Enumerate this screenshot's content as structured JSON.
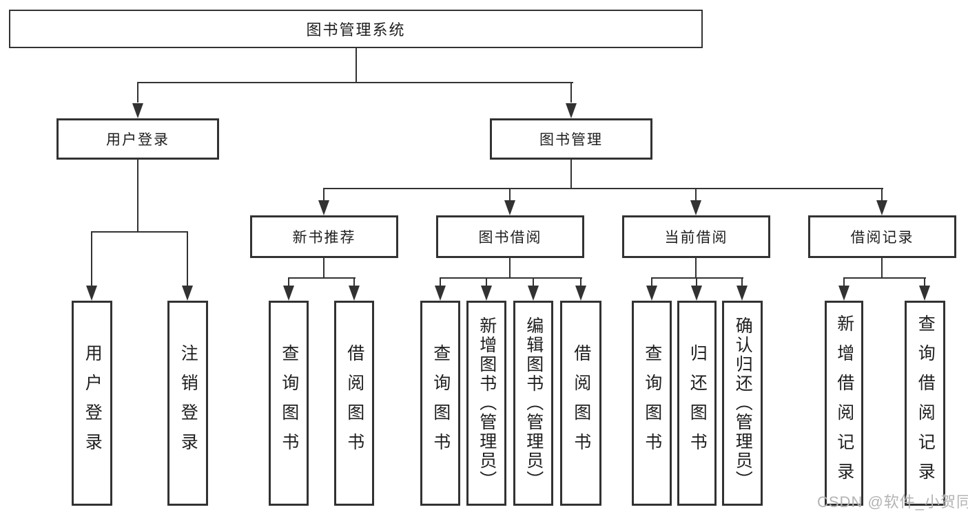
{
  "diagram": {
    "title": "图书管理系统",
    "colors": {
      "line": "#323232",
      "box_border": "#323232",
      "background": "#ffffff",
      "text": "#1e1e1e",
      "watermark": "#b3b3b3"
    },
    "nodes": {
      "root": "图书管理系统",
      "user-login": "用户登录",
      "book-mgmt": "图书管理",
      "user-login-leaf": "用户登录",
      "logout-leaf": "注销登录",
      "new-book-rec": "新书推荐",
      "book-borrow": "图书借阅",
      "current-borrow": "当前借阅",
      "borrow-records": "借阅记录",
      "rec-query-books": "查询图书",
      "rec-borrow-books": "借阅图书",
      "bb-query-books": "查询图书",
      "bb-add-books": "新增图书（管理员）",
      "bb-edit-books": "编辑图书（管理员）",
      "bb-borrow-books": "借阅图书",
      "cb-query-books": "查询图书",
      "cb-return-books": "归还图书",
      "cb-confirm-return": "确认归还（管理员）",
      "br-add-record": "新增借阅记录",
      "br-query-record": "查询借阅记录"
    },
    "tree": {
      "label": "图书管理系统",
      "children": [
        {
          "label": "用户登录",
          "children": [
            {
              "label": "用户登录"
            },
            {
              "label": "注销登录"
            }
          ]
        },
        {
          "label": "图书管理",
          "children": [
            {
              "label": "新书推荐",
              "children": [
                {
                  "label": "查询图书"
                },
                {
                  "label": "借阅图书"
                }
              ]
            },
            {
              "label": "图书借阅",
              "children": [
                {
                  "label": "查询图书"
                },
                {
                  "label": "新增图书（管理员）"
                },
                {
                  "label": "编辑图书（管理员）"
                },
                {
                  "label": "借阅图书"
                }
              ]
            },
            {
              "label": "当前借阅",
              "children": [
                {
                  "label": "查询图书"
                },
                {
                  "label": "归还图书"
                },
                {
                  "label": "确认归还（管理员）"
                }
              ]
            },
            {
              "label": "借阅记录",
              "children": [
                {
                  "label": "新增借阅记录"
                },
                {
                  "label": "查询借阅记录"
                }
              ]
            }
          ]
        }
      ]
    }
  },
  "watermark": {
    "text": "CSDN @软件_小贺同学"
  }
}
